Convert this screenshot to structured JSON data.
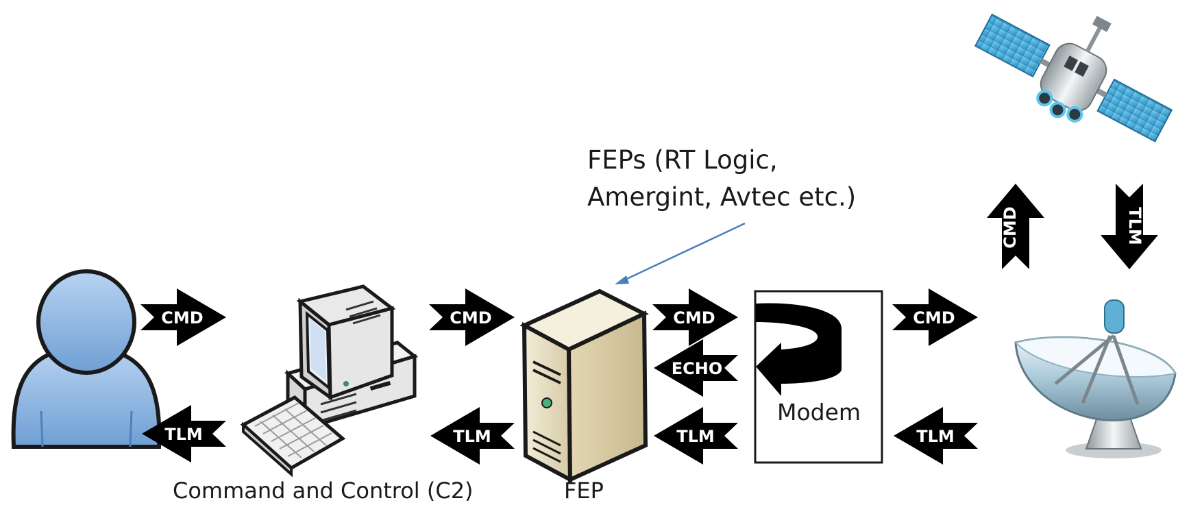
{
  "diagram": {
    "callout_line1": "FEPs (RT Logic,",
    "callout_line2": "Amergint, Avtec etc.)",
    "caption_c2": "Command and Control (C2)",
    "caption_fep": "FEP",
    "modem_label": "Modem",
    "arrows": {
      "user_cmd": "CMD",
      "user_tlm": "TLM",
      "c2_cmd": "CMD",
      "c2_tlm": "TLM",
      "fep_cmd": "CMD",
      "fep_echo": "ECHO",
      "fep_tlm": "TLM",
      "modem_cmd": "CMD",
      "modem_tlm": "TLM",
      "uplink_cmd": "CMD",
      "downlink_tlm": "TLM"
    }
  }
}
